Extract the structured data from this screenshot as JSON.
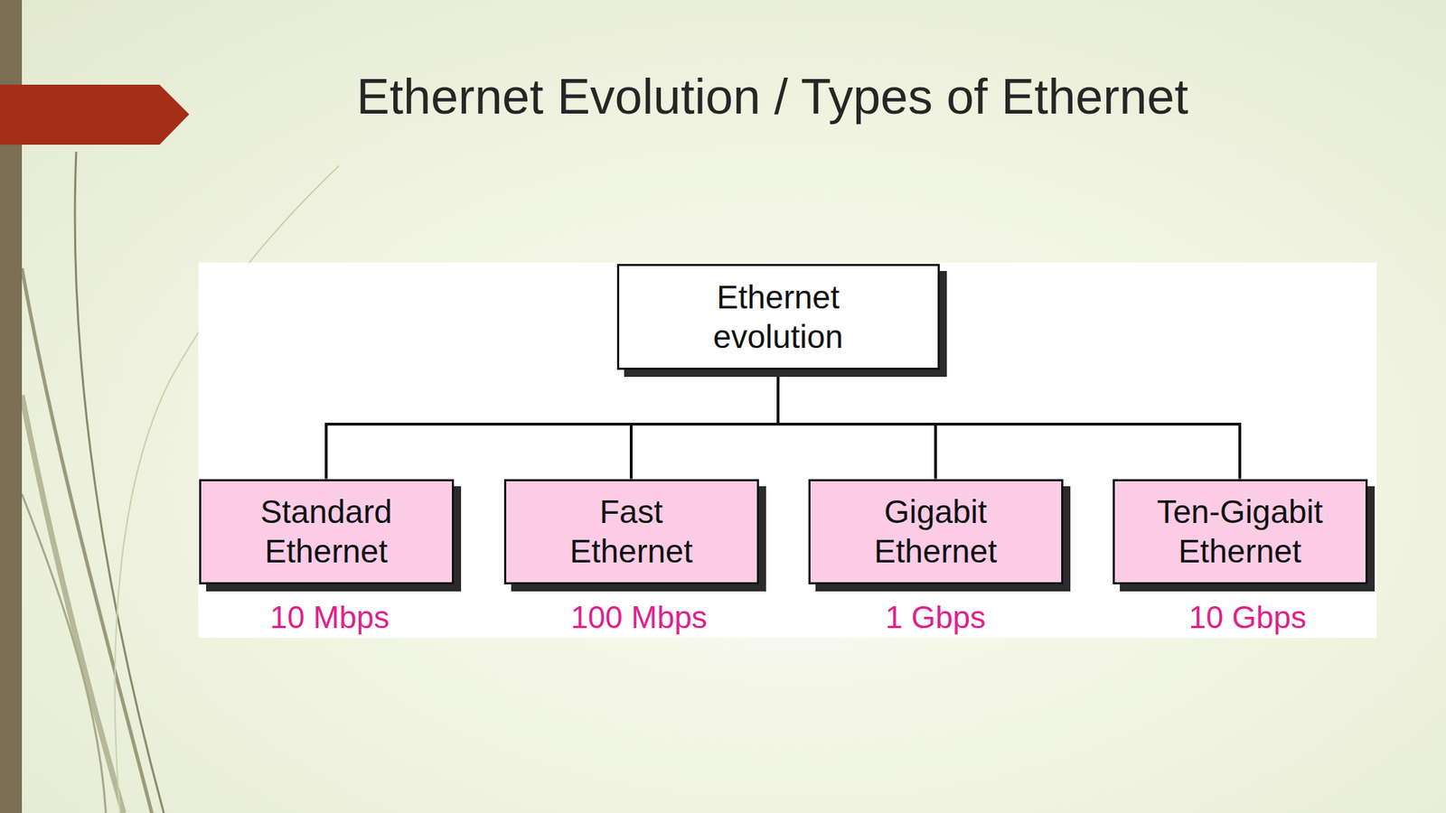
{
  "diagram": {
    "title": "Ethernet Evolution / Types of Ethernet",
    "nodes": [
      {
        "text": [
          "Ethernet evolution"
        ]
      },
      {
        "text": [
          "Standard Ethernet"
        ]
      },
      {
        "text": [
          "Fast Ethernet"
        ]
      },
      {
        "text": [
          "Gigabit Ethernet"
        ]
      },
      {
        "text": [
          "Ten-Gigabit Ethernet"
        ]
      }
    ],
    "edges": [
      {
        "from": 0,
        "to": 1,
        "arrow": "none"
      },
      {
        "from": 0,
        "to": 2,
        "arrow": "none"
      },
      {
        "from": 0,
        "to": 3,
        "arrow": "none"
      },
      {
        "from": 0,
        "to": 4,
        "arrow": "none"
      }
    ],
    "labels": [
      "10 Mbps",
      "100 Mbps",
      "1 Gbps",
      "10 Gbps"
    ]
  }
}
